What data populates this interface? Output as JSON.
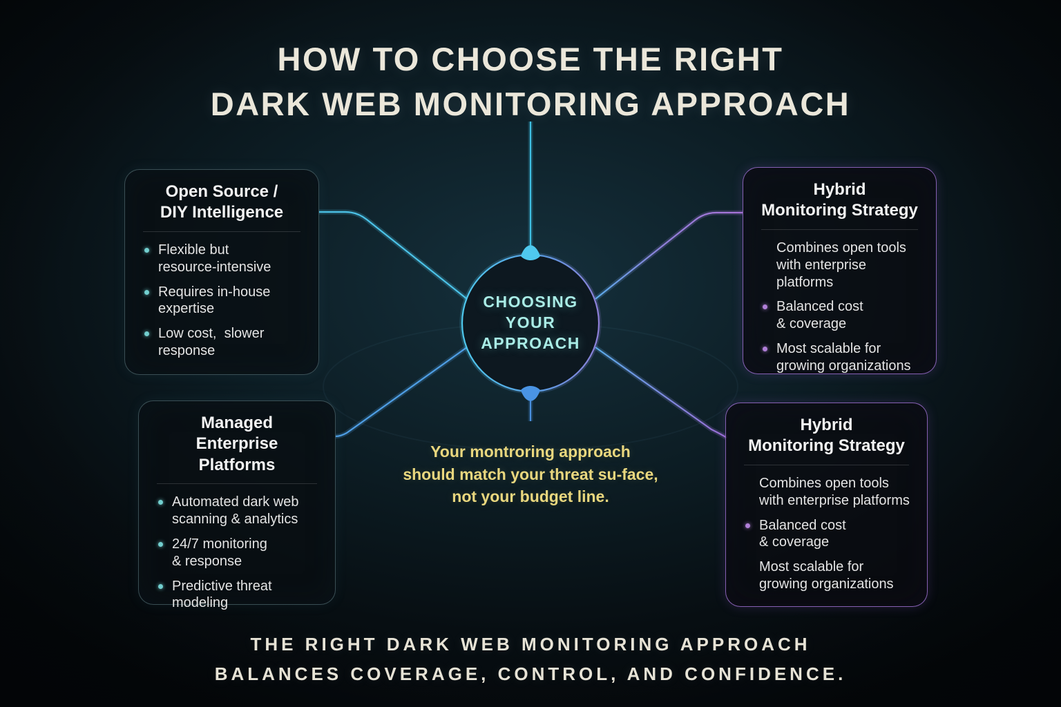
{
  "title": "HOW TO CHOOSE THE RIGHT\nDARK WEB MONITORING APPROACH",
  "center_node": {
    "label": "CHOOSING\nYOUR\nAPPROACH"
  },
  "quote": "Your montroring approach\nshould match your threat su-face,\nnot your budget line.",
  "footer": "THE RIGHT DARK WEB MONITORING APPROACH\nBALANCES COVERAGE, CONTROL, AND CONFIDENCE.",
  "boxes": [
    {
      "title": "Open Source /\nDIY Intelligence",
      "items": [
        {
          "text": "Flexible but\nresource-intensive"
        },
        {
          "text": "Requires in-house\nexpertise"
        },
        {
          "text": "Low cost,  slower\nresponse"
        }
      ]
    },
    {
      "title": "Hybrid\nMonitoring Strategy",
      "items": [
        {
          "text": "Combines open tools\nwith enterprise platforms"
        },
        {
          "text": "Balanced cost\n& coverage"
        },
        {
          "text": "Most scalable for\ngrowing organizations"
        }
      ]
    },
    {
      "title": "Managed\nEnterprise Platforms",
      "items": [
        {
          "text": "Automated dark web\nscanning & analytics"
        },
        {
          "text": "24/7 monitoring\n& response"
        },
        {
          "text": "Predictive threat\nmodeling"
        }
      ]
    },
    {
      "title": "Hybrid\nMonitoring Strategy",
      "items": [
        {
          "text": "Combines open tools\nwith enterprise platforms"
        },
        {
          "text": "Balanced cost\n& coverage"
        },
        {
          "text": "Most scalable for\ngrowing organizations"
        }
      ]
    }
  ],
  "colors": {
    "cyan_line": "#45c2e6",
    "blue_line": "#4a94e4",
    "purple_line": "#9c6cd4",
    "teal_card_border": "#78a0a8",
    "purple_card_border": "#9b6fd0",
    "title_text": "#ebe7da",
    "center_text": "#a9ece6",
    "quote_text": "#e9d77e",
    "footer_text": "#e7e3d6",
    "bullet_cyan": "#72cfcf",
    "bullet_purple": "#b07fd8"
  }
}
